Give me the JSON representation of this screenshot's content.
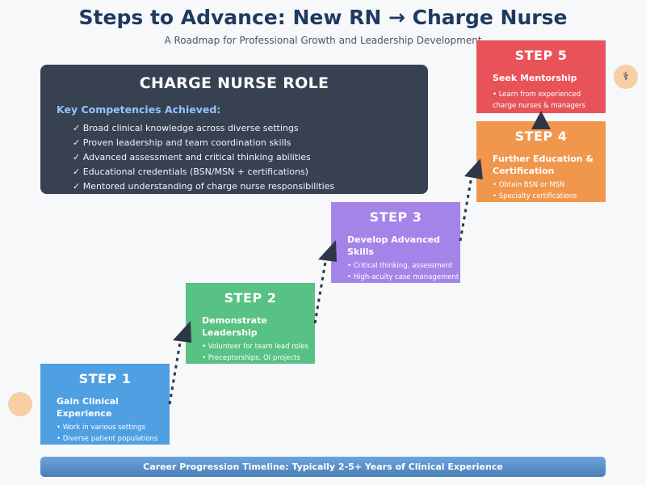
{
  "header": {
    "title": "Steps to Advance: New RN → Charge Nurse",
    "subtitle": "A Roadmap for Professional Growth and Leadership Development"
  },
  "role": {
    "title": "CHARGE NURSE ROLE",
    "competencies_heading": "Key Competencies Achieved:",
    "items": [
      "✓ Broad clinical knowledge across diverse settings",
      "✓ Proven leadership and team coordination skills",
      "✓ Advanced assessment and critical thinking abilities",
      "✓ Educational credentials (BSN/MSN + certifications)",
      "✓ Mentored understanding of charge nurse responsibilities"
    ]
  },
  "steps": [
    {
      "label": "STEP 1",
      "title": "Gain Clinical Experience",
      "bullets": [
        "• Work in various settings",
        "• Diverse patient populations"
      ],
      "color": "#4f9fe3"
    },
    {
      "label": "STEP 2",
      "title": "Demonstrate Leadership",
      "bullets": [
        "• Volunteer for team lead roles",
        "• Preceptorships, QI projects"
      ],
      "color": "#58c184"
    },
    {
      "label": "STEP 3",
      "title": "Develop Advanced Skills",
      "bullets": [
        "• Critical thinking, assessment",
        "• High-acuity case management"
      ],
      "color": "#a584ea"
    },
    {
      "label": "STEP 4",
      "title": "Further Education & Certification",
      "bullets": [
        "• Obtain BSN or MSN",
        "• Specialty certifications"
      ],
      "color": "#f0974d"
    },
    {
      "label": "STEP 5",
      "title": "Seek Mentorship",
      "bullets": [
        "• Learn from experienced",
        "charge nurses & managers"
      ],
      "color": "#e8535a"
    }
  ],
  "decor": {
    "circle_left_icon": "",
    "circle_right_icon": "⚕"
  },
  "timeline": {
    "label": "Career Progression Timeline: Typically 2-5+ Years of Clinical Experience"
  }
}
